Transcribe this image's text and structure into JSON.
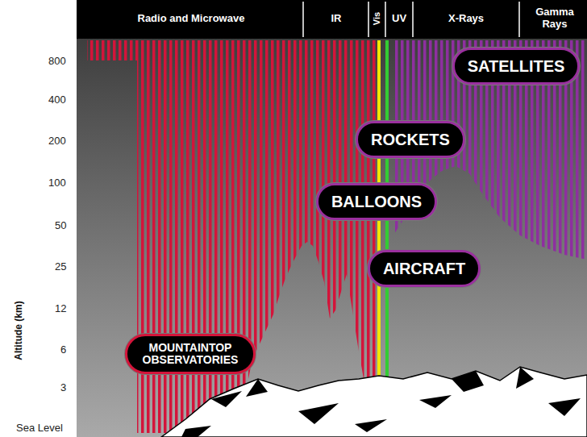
{
  "diagram": {
    "nodes": [
      {
        "text": [
          "SATELLITES"
        ]
      },
      {
        "text": [
          "ROCKETS"
        ]
      },
      {
        "text": [
          "BALLOONS"
        ]
      },
      {
        "text": [
          "AIRCRAFT"
        ]
      },
      {
        "text": [
          "MOUNTAINTOP OBSERVATORIES"
        ]
      }
    ],
    "labels": [
      "Radio and Microwave",
      "IR",
      "Vis",
      "UV",
      "X-Rays",
      "Gamma Rays",
      "800",
      "400",
      "200",
      "100",
      "50",
      "25",
      "12",
      "6",
      "3",
      "Sea Level",
      "Altitude (km)"
    ]
  }
}
